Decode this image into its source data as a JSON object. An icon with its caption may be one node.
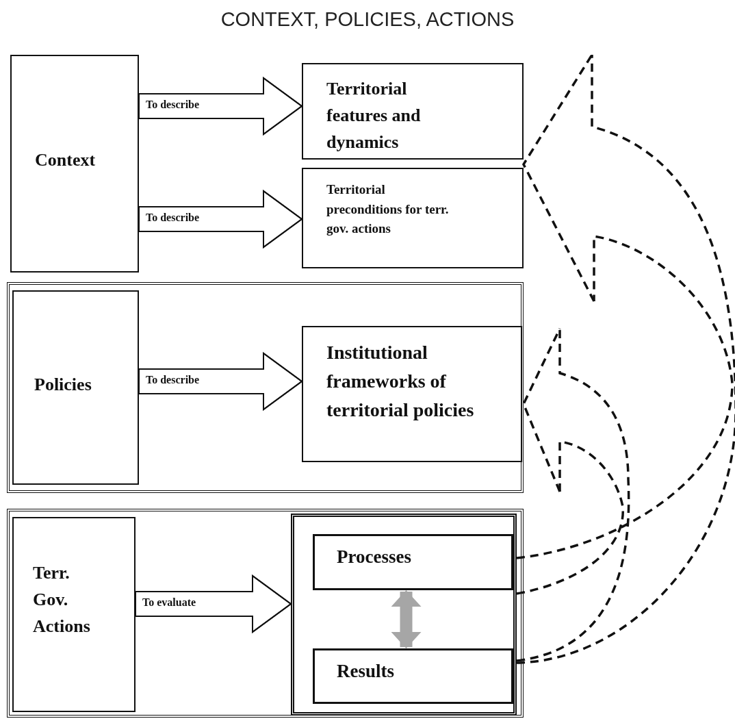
{
  "diagram": {
    "title": "CONTEXT, POLICIES, ACTIONS",
    "nodes": [
      {
        "text": [
          "Context"
        ]
      },
      {
        "text": [
          "Territorial features and dynamics"
        ]
      },
      {
        "text": [
          "Territorial preconditions for terr. gov. actions"
        ]
      },
      {
        "text": [],
        "shape": "box"
      },
      {
        "text": [
          "Policies"
        ],
        "in": 3
      },
      {
        "text": [
          "Institutional frameworks of territorial policies"
        ],
        "in": 3
      },
      {
        "text": [],
        "shape": "box"
      },
      {
        "text": [
          "Terr. Gov. Actions"
        ],
        "in": 6
      },
      {
        "text": [],
        "shape": "box",
        "in": 6
      },
      {
        "text": [
          "Processes"
        ],
        "in": 8
      },
      {
        "text": [
          "Results"
        ],
        "in": 8
      }
    ],
    "edges": [
      {
        "from": 0,
        "to": 1,
        "arrow": "to",
        "label": "To describe"
      },
      {
        "from": 0,
        "to": 2,
        "arrow": "to",
        "label": "To describe"
      },
      {
        "from": 4,
        "to": 5,
        "arrow": "to",
        "label": "To describe"
      },
      {
        "from": 7,
        "to": 8,
        "arrow": "to",
        "label": "To evaluate"
      },
      {
        "from": 9,
        "to": 10,
        "arrow": "both",
        "style": "thick",
        "color": "#a6a6a6"
      },
      {
        "from": 8,
        "to": null,
        "arrow": "to",
        "style": "dashed"
      },
      {
        "from": 8,
        "to": null,
        "arrow": "to",
        "style": "dashed"
      }
    ]
  }
}
